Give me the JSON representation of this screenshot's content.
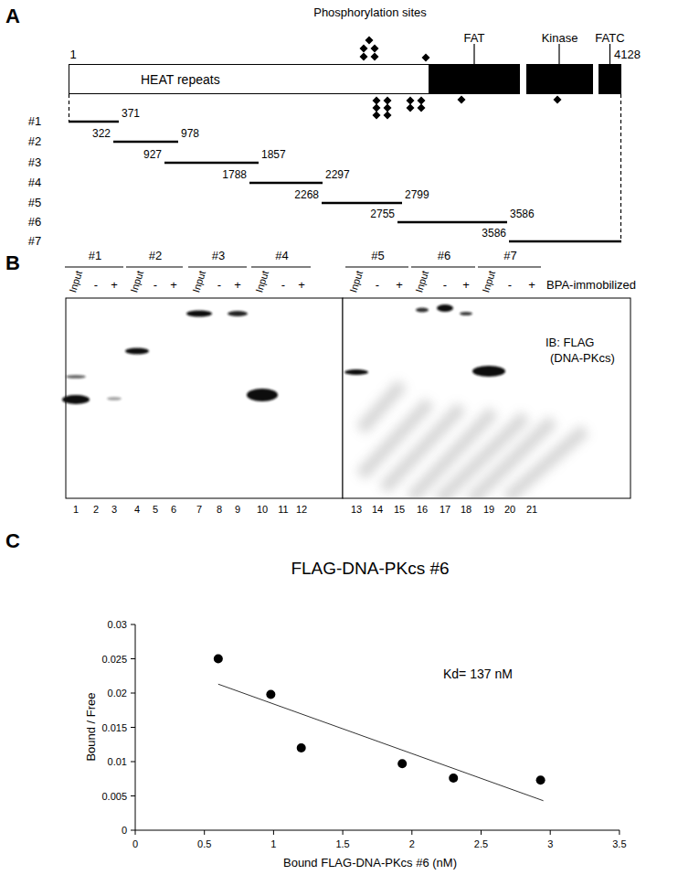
{
  "diagram": {
    "nodes": [
      {
        "text": [
          "HEAT repeats"
        ]
      },
      {
        "text": [
          "FAT"
        ]
      },
      {
        "text": [
          "Kinase"
        ]
      },
      {
        "text": [
          "FATC"
        ]
      }
    ],
    "labels": [
      "A",
      "Phosphorylation sites",
      "1",
      "4128",
      "#1",
      "371",
      "#2",
      "322",
      "978",
      "#3",
      "927",
      "1857",
      "#4",
      "1788",
      "2297",
      "#5",
      "2268",
      "2799",
      "#6",
      "2755",
      "3586",
      "#7",
      "3586",
      "B",
      "#1",
      "#2",
      "#3",
      "#4",
      "#5",
      "#6",
      "#7",
      "Input",
      "-",
      "+",
      "Input",
      "-",
      "+",
      "Input",
      "-",
      "+",
      "Input",
      "-",
      "+",
      "Input",
      "-",
      "+",
      "Input",
      "-",
      "+",
      "Input",
      "-",
      "+",
      "BPA-immobilized",
      "IB: FLAG",
      "(DNA-PKcs)",
      "1",
      "2",
      "3",
      "4",
      "5",
      "6",
      "7",
      "8",
      "9",
      "10",
      "11",
      "12",
      "13",
      "14",
      "15",
      "16",
      "17",
      "18",
      "19",
      "20",
      "21",
      "C",
      "FLAG-DNA-PKcs #6",
      "Kd= 137 nM",
      "0",
      "0.005",
      "0.01",
      "0.015",
      "0.02",
      "0.025",
      "0.03",
      "0",
      "0.5",
      "1",
      "1.5",
      "2",
      "2.5",
      "3",
      "3.5",
      "Bound / Free",
      "Bound FLAG-DNA-PKcs #6 (nM)"
    ]
  }
}
